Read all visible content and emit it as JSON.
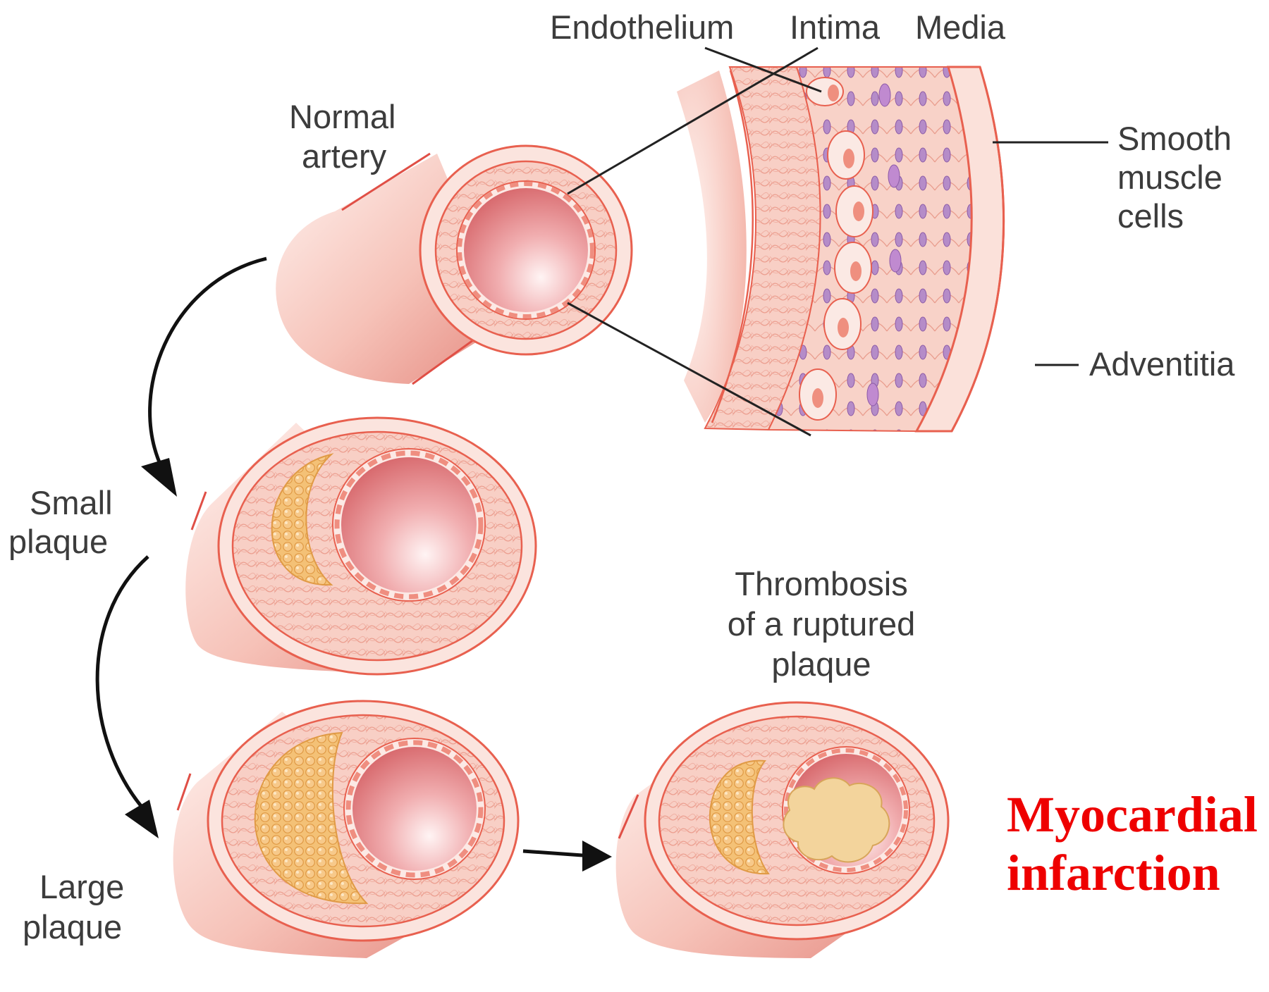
{
  "labels": {
    "endothelium": "Endothelium",
    "intima": "Intima",
    "media": "Media",
    "normal_artery": [
      "Normal",
      "artery"
    ],
    "smooth_muscle": [
      "Smooth",
      "muscle",
      "cells"
    ],
    "adventitia": "Adventitia",
    "small_plaque": [
      "Small",
      "plaque"
    ],
    "large_plaque": [
      "Large",
      "plaque"
    ],
    "thrombosis": [
      "Thrombosis",
      "of a ruptured",
      "plaque"
    ],
    "outcome": [
      "Myocardial",
      "infarction"
    ]
  },
  "colors": {
    "vessel_light": "#fbe1dc",
    "vessel_mid": "#f4b4a9",
    "vessel_dark": "#e9897c",
    "outline": "#e8604f",
    "lumen": "#e57f80",
    "plaque": "#f2b66a",
    "thrombus": "#f3d49c",
    "muscle_cells": "#b58cc8",
    "outcome_text": "#ee0000"
  }
}
